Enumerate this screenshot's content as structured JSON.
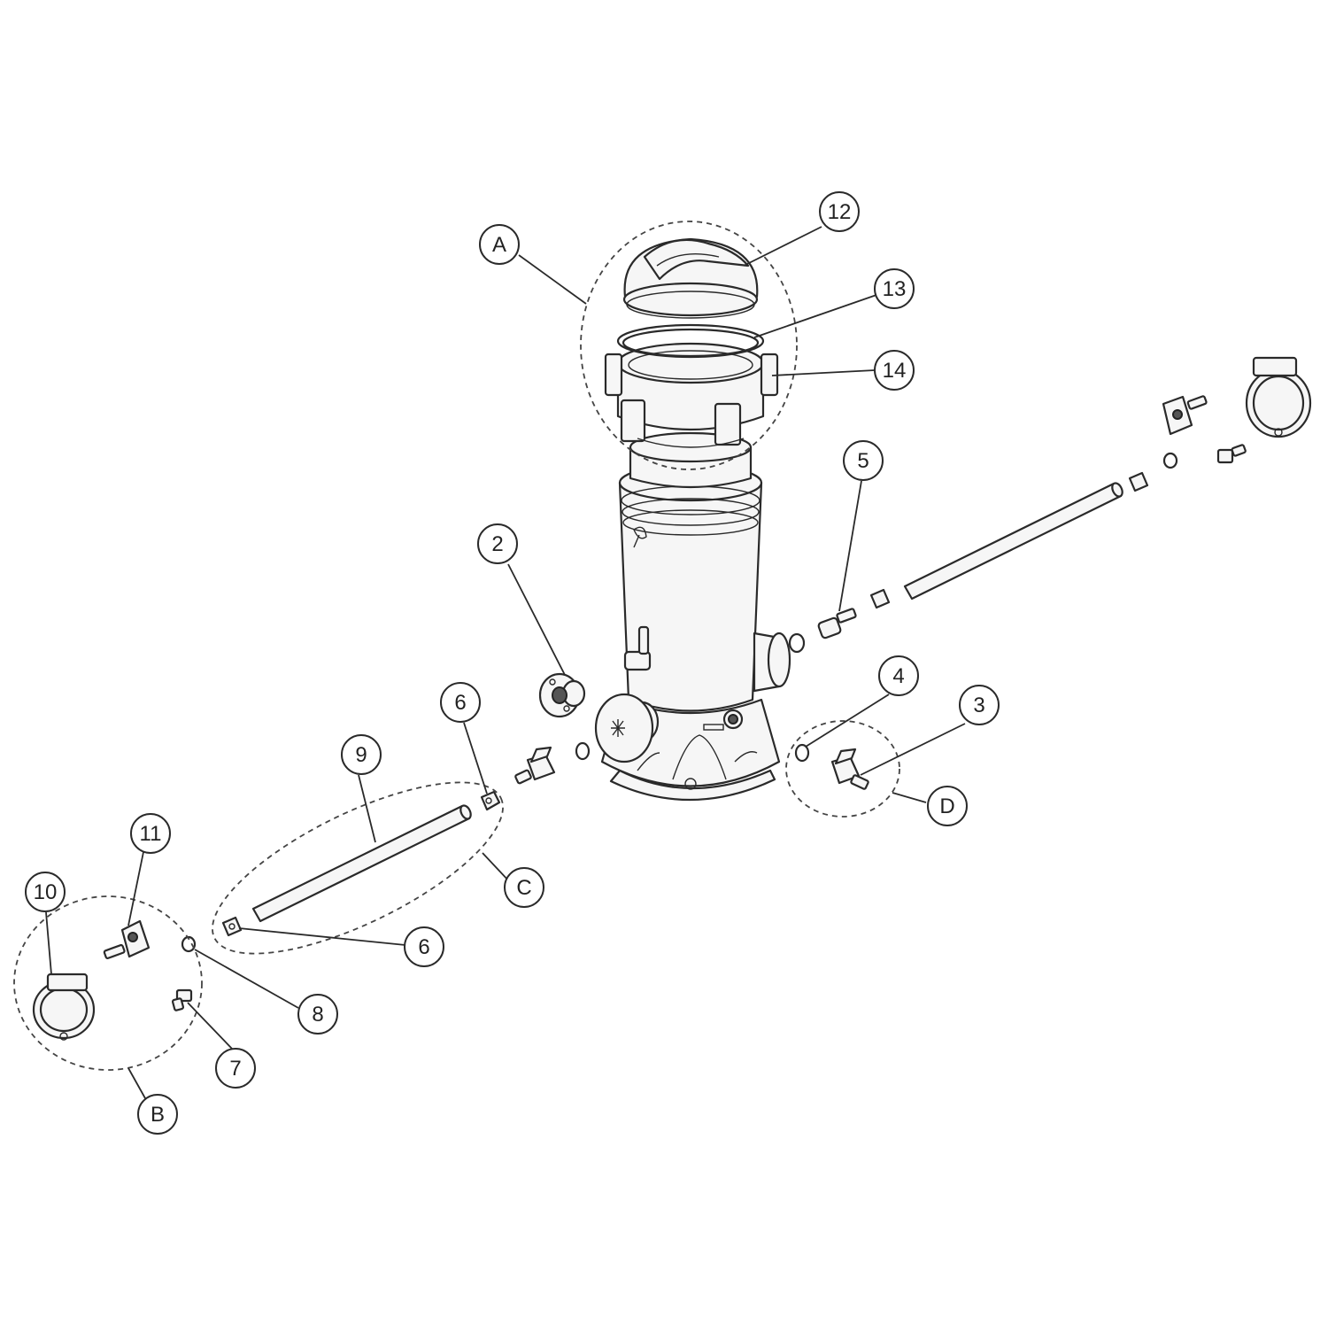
{
  "callouts": {
    "c_A": "A",
    "c_B": "B",
    "c_C": "C",
    "c_D": "D",
    "c_2": "2",
    "c_3": "3",
    "c_4": "4",
    "c_5": "5",
    "c_6a": "6",
    "c_6b": "6",
    "c_7": "7",
    "c_8": "8",
    "c_9": "9",
    "c_10": "10",
    "c_11": "11",
    "c_12": "12",
    "c_13": "13",
    "c_14": "14"
  }
}
